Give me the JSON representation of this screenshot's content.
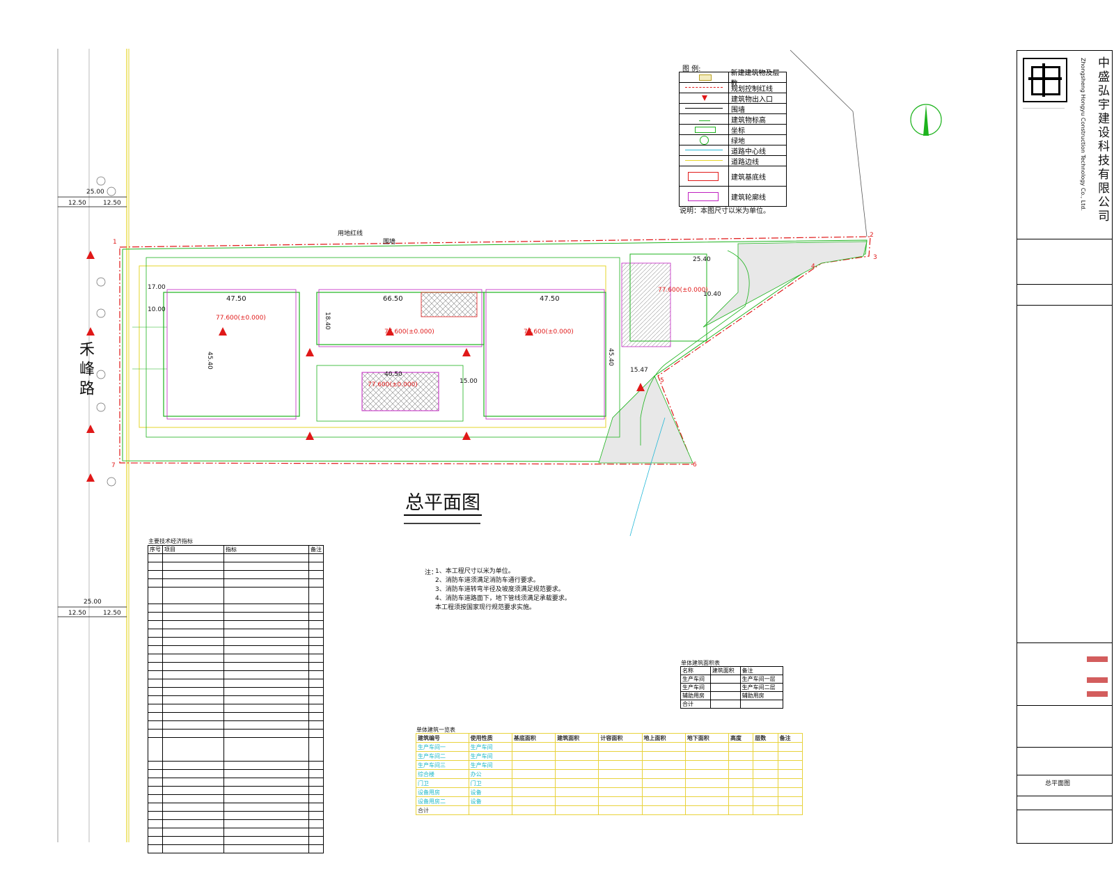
{
  "road": {
    "name": "禾峰路",
    "width_total": "25.00",
    "width_half": "12.50"
  },
  "plan": {
    "title": "总平面图",
    "dims": [
      "47.50",
      "66.50",
      "47.50",
      "45.40",
      "45.40",
      "40.50",
      "15.00",
      "10.00",
      "17.00",
      "15.47",
      "25.40",
      "10.40",
      "18.40"
    ],
    "elevation": "77.600(±0.000)",
    "labels": {
      "wall": "围墙",
      "redline": "用地红线"
    },
    "points": [
      "1",
      "2",
      "3",
      "4",
      "5",
      "6",
      "7"
    ]
  },
  "legend": {
    "title": "图 例:",
    "items": [
      "新建建筑物及层数",
      "规划控制红线",
      "建筑物出入口",
      "围墙",
      "建筑物标高",
      "坐标",
      "绿地",
      "道路中心线",
      "道路边线",
      "建筑基底线",
      "建筑轮廓线"
    ],
    "note": "说明：本图尺寸以米为单位。"
  },
  "notes": {
    "title": "注：",
    "lines": [
      "1、本工程尺寸以米为单位。",
      "2、消防车道须满足消防车通行要求。",
      "3、消防车道转弯半径及坡度须满足规范要求。",
      "4、消防车道路面下，地下管线须满足承载要求。",
      "本工程须按国家现行规范要求实施。"
    ]
  },
  "summary_table": {
    "title": "主要技术经济指标",
    "headers": [
      "序号",
      "项目",
      "指标",
      "备注"
    ]
  },
  "building_table": {
    "title": "单体建筑一览表",
    "headers": [
      "建筑编号",
      "使用性质",
      "基底面积",
      "建筑面积",
      "计容面积",
      "地上面积",
      "地下面积",
      "高度",
      "层数",
      "备注"
    ],
    "rows": [
      [
        "生产车间一",
        "生产车间",
        "",
        "",
        "",
        "",
        "",
        "",
        "",
        ""
      ],
      [
        "生产车间二",
        "生产车间",
        "",
        "",
        "",
        "",
        "",
        "",
        "",
        ""
      ],
      [
        "生产车间三",
        "生产车间",
        "",
        "",
        "",
        "",
        "",
        "",
        "",
        ""
      ],
      [
        "综合楼",
        "办公",
        "",
        "",
        "",
        "",
        "",
        "",
        "",
        ""
      ],
      [
        "门卫",
        "门卫",
        "",
        "",
        "",
        "",
        "",
        "",
        "",
        ""
      ],
      [
        "设备用房",
        "设备",
        "",
        "",
        "",
        "",
        "",
        "",
        "",
        ""
      ],
      [
        "设备用房二",
        "设备",
        "",
        "",
        "",
        "",
        "",
        "",
        "",
        ""
      ],
      [
        "合计",
        "",
        "",
        "",
        "",
        "",
        "",
        "",
        "",
        ""
      ]
    ]
  },
  "small_table": {
    "title": "单体建筑面积表",
    "headers": [
      "名称",
      "建筑面积",
      "备注"
    ],
    "rows": [
      [
        "生产车间",
        "",
        "生产车间一层"
      ],
      [
        "生产车间",
        "",
        "生产车间二层"
      ],
      [
        "辅助用房",
        "",
        "辅助用房"
      ],
      [
        "合计",
        "",
        ""
      ]
    ]
  },
  "titleblock": {
    "company_cn": "中盛弘宇建设科技有限公司",
    "company_en": "Zhongsheng Hongyu Construction Technology Co., Ltd.",
    "drawing_name": "总平面图"
  },
  "colors": {
    "green": "#1db31d",
    "magenta": "#c020c0",
    "red": "#e01818",
    "cyan": "#22b8d8",
    "yellow": "#e6d52a"
  }
}
